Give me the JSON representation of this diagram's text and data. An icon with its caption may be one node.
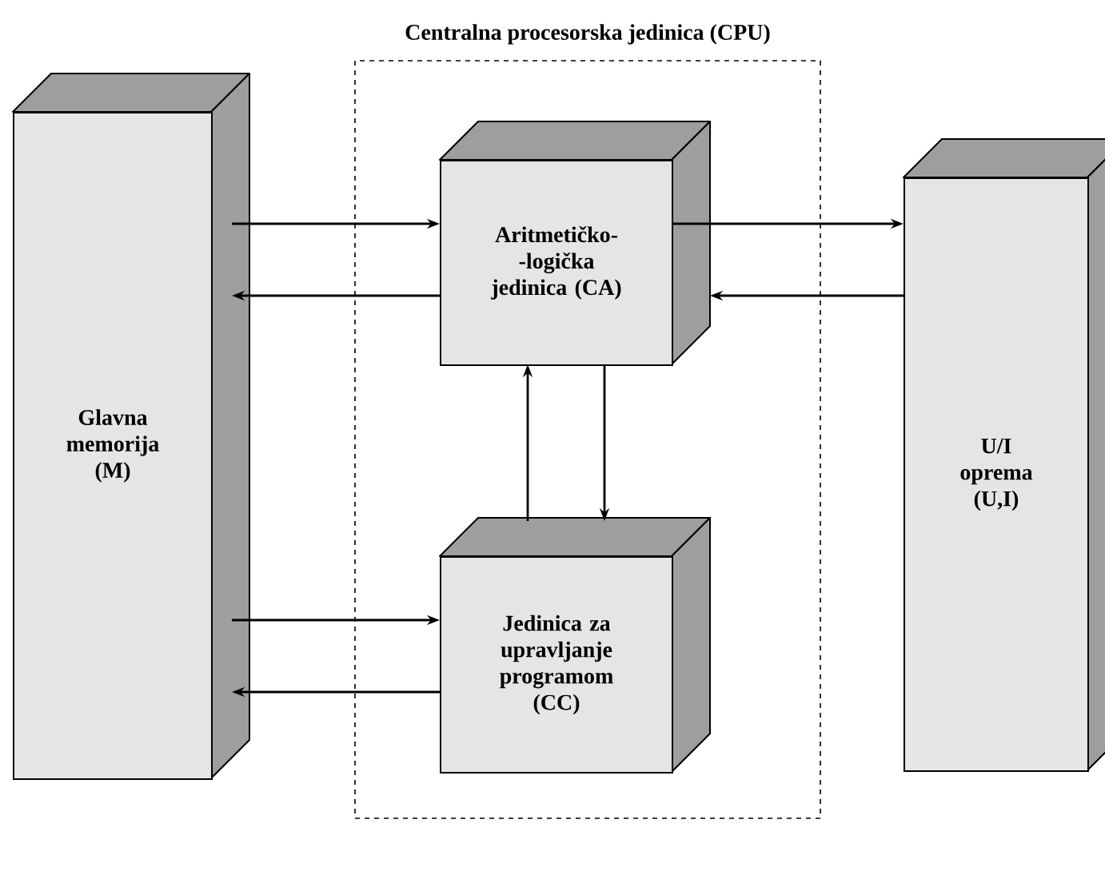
{
  "diagram": {
    "nodes": [
      {
        "text": [
          "Centralna procesorska jedinica (CPU)"
        ]
      },
      {
        "text": [
          "Glavna memorija (M)"
        ]
      },
      {
        "text": [
          "Aritmetičko- -logička jedinica (CA)"
        ],
        "in": 0
      },
      {
        "text": [
          "Jedinica za upravljanje programom (CC)"
        ],
        "in": 0
      },
      {
        "text": [
          "U/I oprema (U,I)"
        ]
      }
    ],
    "edges": [
      {
        "from": 1,
        "to": 2,
        "arrow": "to"
      },
      {
        "from": 2,
        "to": 1,
        "arrow": "to"
      },
      {
        "from": 2,
        "to": 4,
        "arrow": "to"
      },
      {
        "from": 4,
        "to": 2,
        "arrow": "to"
      },
      {
        "from": 3,
        "to": 2,
        "arrow": "to"
      },
      {
        "from": 2,
        "to": 3,
        "arrow": "to"
      },
      {
        "from": 1,
        "to": 3,
        "arrow": "to"
      },
      {
        "from": 3,
        "to": 1,
        "arrow": "to"
      }
    ]
  }
}
